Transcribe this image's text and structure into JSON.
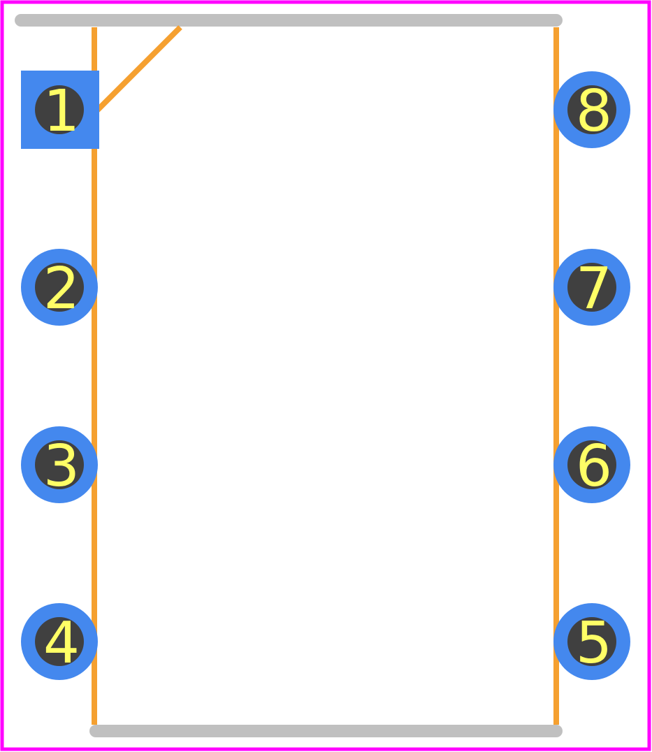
{
  "colors": {
    "border": "#ff00ff",
    "silkscreen": "#c0c0c0",
    "outline": "#f5a030",
    "pad": "#4488ee",
    "hole": "#404040",
    "label": "#ffff66"
  },
  "pads": [
    {
      "label": "1",
      "shape": "square"
    },
    {
      "label": "2",
      "shape": "round"
    },
    {
      "label": "3",
      "shape": "round"
    },
    {
      "label": "4",
      "shape": "round"
    },
    {
      "label": "5",
      "shape": "round"
    },
    {
      "label": "6",
      "shape": "round"
    },
    {
      "label": "7",
      "shape": "round"
    },
    {
      "label": "8",
      "shape": "round"
    }
  ]
}
